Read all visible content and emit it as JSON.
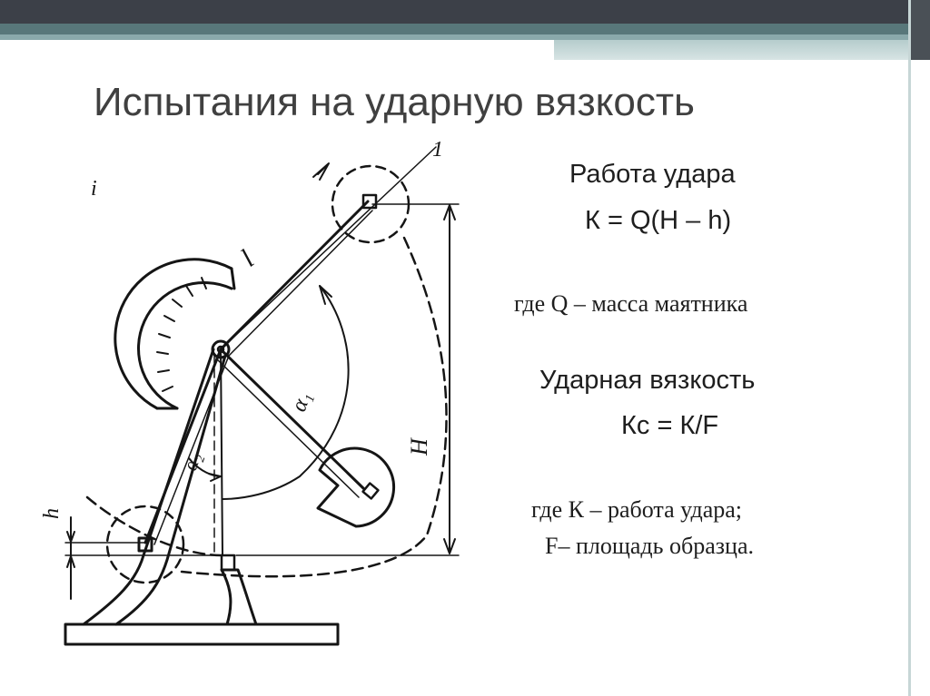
{
  "slide": {
    "title": "Испытания на ударную вязкость",
    "formula1_label": "Работа удара",
    "formula1": "К = Q(H – h)",
    "note1": "где Q – масса маятника",
    "formula2_label": "Ударная вязкость",
    "formula2": "Кс = К/F",
    "note2_line1": "где К – работа удара;",
    "note2_line2": "F– площадь образца."
  },
  "diagram": {
    "labels": {
      "l": "l",
      "H": "H",
      "h": "h",
      "alpha1": "α₁",
      "alpha2": "α₂",
      "ray_mark": "1",
      "corner_mark": "i"
    }
  },
  "colors": {
    "header_dark": "#3c4048",
    "header_teal": "#58777a",
    "title": "#404040",
    "text": "#1e1e1e"
  }
}
